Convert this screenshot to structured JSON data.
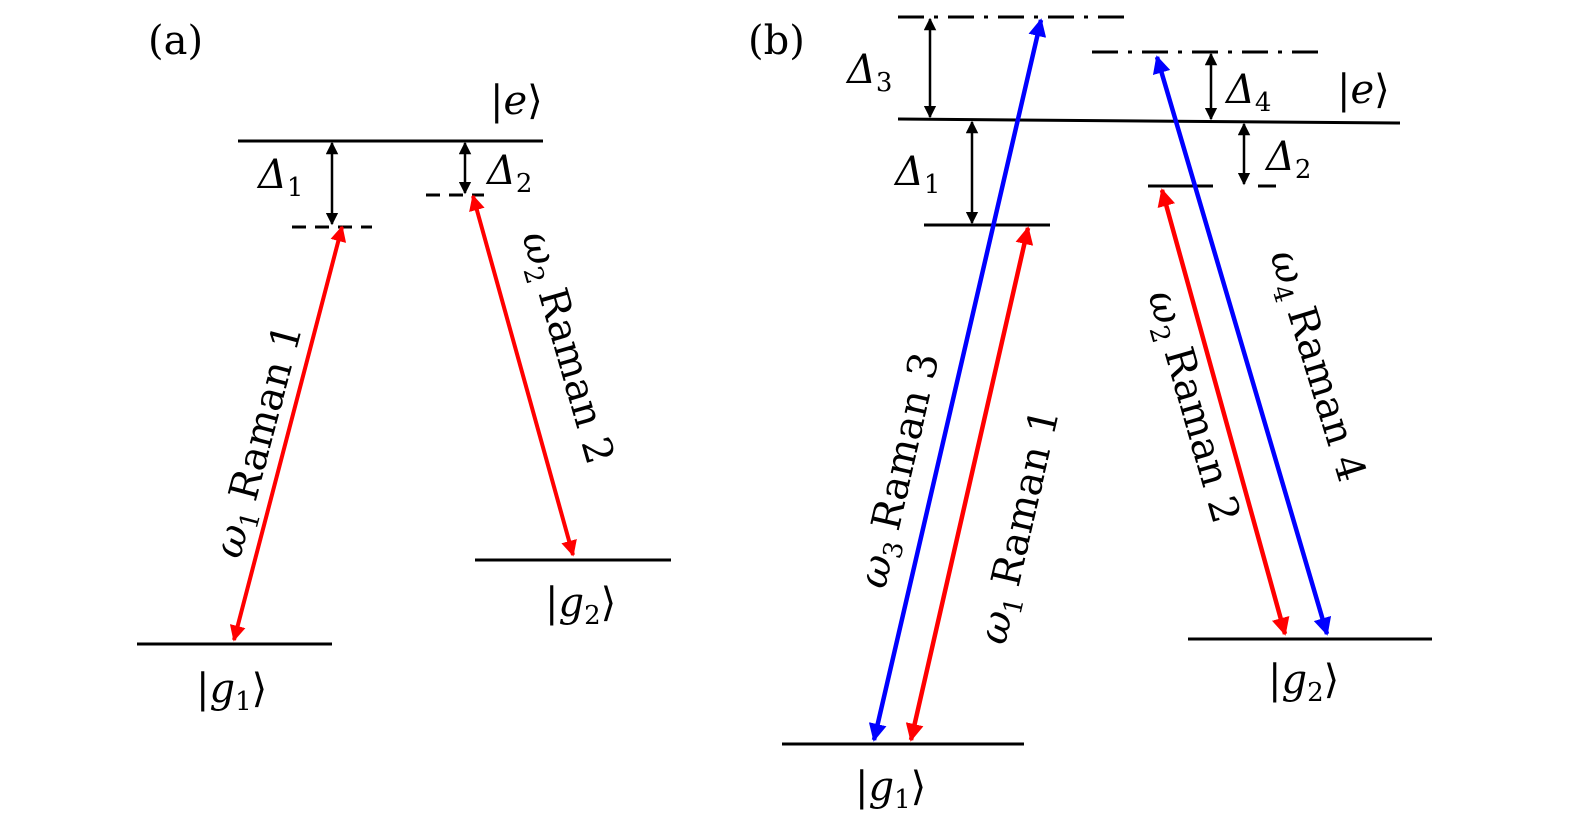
{
  "panels": {
    "a": {
      "label": "(a)",
      "states": {
        "e": {
          "bar": "|",
          "sym": "e",
          "close": "⟩"
        },
        "g1": {
          "bar": "|",
          "sym": "g",
          "sub": "1",
          "close": "⟩"
        },
        "g2": {
          "bar": "|",
          "sym": "g",
          "sub": "2",
          "close": "⟩"
        }
      },
      "detunings": [
        {
          "sym": "Δ",
          "sub": "1"
        },
        {
          "sym": "Δ",
          "sub": "2"
        }
      ],
      "beams": [
        {
          "omega": "ω",
          "sub": "1",
          "text": "Raman 1"
        },
        {
          "omega": "ω",
          "sub": "2",
          "text": "Raman 2"
        }
      ]
    },
    "b": {
      "label": "(b)",
      "states": {
        "e": {
          "bar": "|",
          "sym": "e",
          "close": "⟩"
        },
        "g1": {
          "bar": "|",
          "sym": "g",
          "sub": "1",
          "close": "⟩"
        },
        "g2": {
          "bar": "|",
          "sym": "g",
          "sub": "2",
          "close": "⟩"
        }
      },
      "detunings": [
        {
          "sym": "Δ",
          "sub": "1"
        },
        {
          "sym": "Δ",
          "sub": "2"
        },
        {
          "sym": "Δ",
          "sub": "3"
        },
        {
          "sym": "Δ",
          "sub": "4"
        }
      ],
      "beams": [
        {
          "omega": "ω",
          "sub": "1",
          "text": "Raman 1"
        },
        {
          "omega": "ω",
          "sub": "2",
          "text": "Raman 2"
        },
        {
          "omega": "ω",
          "sub": "3",
          "text": "Raman 3"
        },
        {
          "omega": "ω",
          "sub": "4",
          "text": "Raman 4"
        }
      ]
    }
  },
  "colors": {
    "red_beam": "#ff0000",
    "blue_beam": "#0000ff",
    "line": "#000000"
  }
}
